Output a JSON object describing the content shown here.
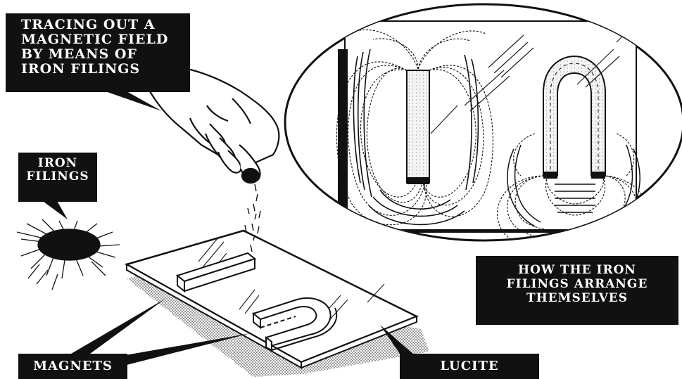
{
  "labels": {
    "title": [
      "TRACING OUT A",
      "MAGNETIC FIELD",
      "BY MEANS OF",
      "IRON FILINGS"
    ],
    "iron_filings": [
      "IRON",
      "FILINGS"
    ],
    "how_arrange": [
      "HOW THE IRON",
      "FILINGS ARRANGE",
      "THEMSELVES"
    ],
    "magnets": "MAGNETS",
    "lucite": "LUCITE"
  },
  "colors": {
    "ink": "#111111",
    "paper": "#ffffff",
    "shadow": "#9a9a9a"
  }
}
